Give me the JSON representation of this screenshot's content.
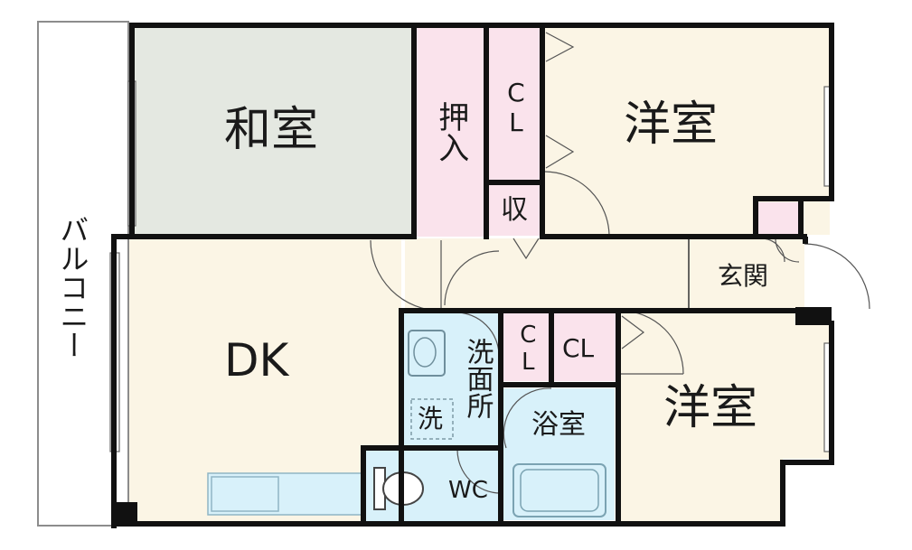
{
  "floorplan": {
    "balcony": "バルコニー",
    "washitsu": "和室",
    "oshiire": "押入",
    "cl_top": "CL",
    "shu": "収",
    "yoshitsu_top": "洋室",
    "genkan": "玄関",
    "dk": "DK",
    "senmenjo": "洗面所",
    "sen": "洗",
    "cl_small": "CL",
    "cl_wide": "CL",
    "yokushitsu": "浴室",
    "yoshitsu_bottom": "洋室",
    "wc": "WC"
  },
  "colors": {
    "washitsu": "#e4e8e1",
    "cream": "#fbf5e5",
    "pink": "#fae3ec",
    "wet": "#d8f1fa",
    "wall": "#111111"
  }
}
